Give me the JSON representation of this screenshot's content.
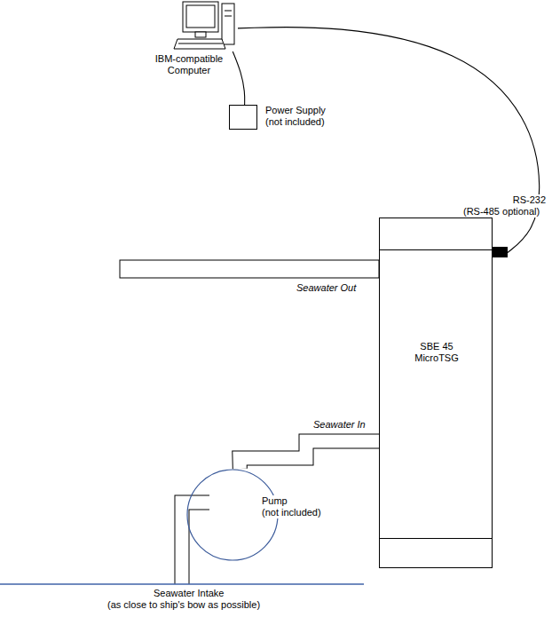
{
  "diagram": {
    "nodes": [
      {
        "text": [
          "IBM-compatible Computer"
        ]
      },
      {
        "text": [
          "Power Supply (not included)"
        ]
      },
      {
        "text": [
          "SBE 45 MicroTSG"
        ]
      },
      {
        "text": [
          "Pump",
          "(not included)"
        ]
      }
    ],
    "edges": [
      {
        "from": 0,
        "to": 1,
        "arrow": "none"
      },
      {
        "from": 0,
        "to": 2,
        "label": "RS-232",
        "arrow": "none"
      },
      {
        "from": 3,
        "to": 2,
        "label": "Seawater In",
        "arrow": "none"
      }
    ],
    "labels": [
      "(RS-485 optional)",
      "Seawater Out",
      "Seawater Intake",
      "(as close to ship's bow as possible)"
    ]
  }
}
